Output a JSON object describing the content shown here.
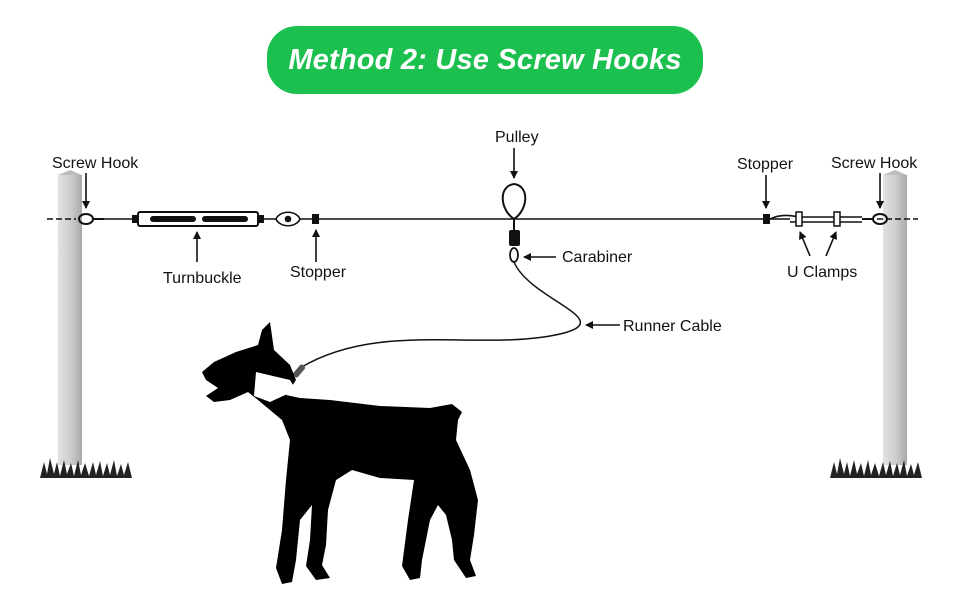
{
  "title": "Method 2: Use Screw Hooks",
  "labels": {
    "screw_hook_left": "Screw Hook",
    "turnbuckle": "Turnbuckle",
    "stopper_left": "Stopper",
    "pulley": "Pulley",
    "carabiner": "Carabiner",
    "runner_cable": "Runner Cable",
    "stopper_right": "Stopper",
    "screw_hook_right": "Screw Hook",
    "u_clamps": "U Clamps"
  },
  "colors": {
    "title_bg": "#1cc04f",
    "title_text": "#ffffff",
    "line": "#111111",
    "post": "#c9c9c9",
    "dog": "#000000"
  }
}
